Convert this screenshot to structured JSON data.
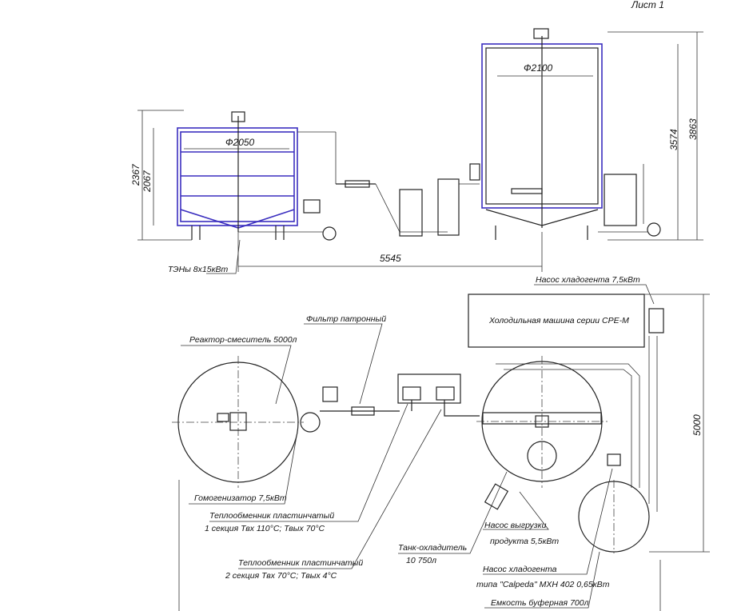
{
  "sheet": {
    "label": "Лист 1"
  },
  "elevation": {
    "dims": {
      "reactor_total_height": "2367",
      "reactor_body_height": "2067",
      "reactor_diameter": "Ф2050",
      "tank_diameter": "Ф2100",
      "tank_body_height": "3574",
      "tank_total_height": "3863",
      "distance_between": "5545"
    },
    "heater_label": "ТЭНы 8х15кВт"
  },
  "plan": {
    "chiller_box": "Холодильная машина серии СРЕ-М",
    "labels": {
      "coolant_pump_top": "Насос хладогента 7,5кВт",
      "cartridge_filter": "Фильтр патронный",
      "reactor_mixer": "Реактор-смеситель 5000л",
      "homogenizer": "Гомогенизатор 7,5кВт",
      "hx1_line1": "Теплообменник пластинчатый",
      "hx1_line2": "1 секция  Твх 110°С;  Твых 70°С",
      "hx2_line1": "Теплообменник пластинчатый",
      "hx2_line2": "2 секция  Твх 70°С;  Твых   4°С",
      "tank_cooler_line1": "Танк-охладитель",
      "tank_cooler_line2": "10 750л",
      "unload_pump_line1": "Насос выгрузки",
      "unload_pump_line2": "продукта 5,5кВт",
      "coolant_pump2_line1": "Насос хладогента",
      "coolant_pump2_line2": "типа \"Calpeda\" MXH 402 0,65кВт",
      "buffer_tank": "Емкость буферная 700л"
    },
    "dims": {
      "overall_width": "5000"
    }
  }
}
